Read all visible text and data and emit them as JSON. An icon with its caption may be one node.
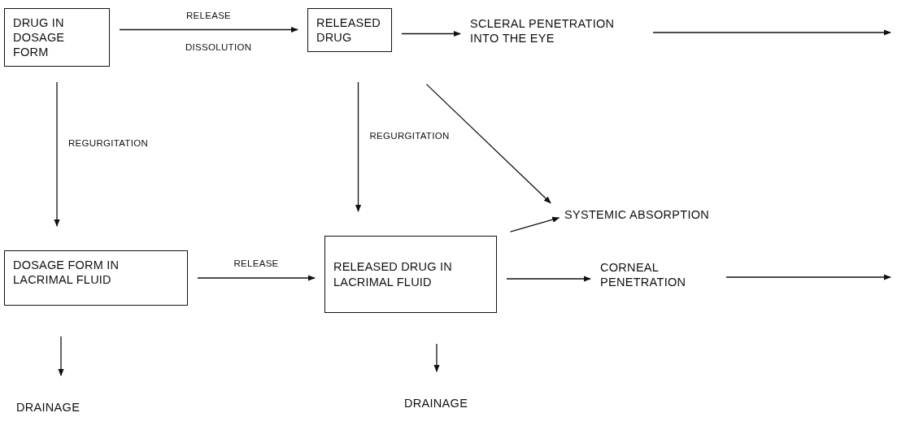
{
  "diagram": {
    "nodes": [
      {
        "text": [
          "DRUG IN DOSAGE FORM"
        ]
      },
      {
        "text": [
          "RELEASED DRUG"
        ]
      },
      {
        "text": [
          "SCLERAL PENETRATION INTO THE EYE"
        ]
      },
      {
        "text": [
          "SYSTEMIC ABSORPTION"
        ]
      },
      {
        "text": [
          "DOSAGE FORM IN LACRIMAL FLUID"
        ]
      },
      {
        "text": [
          "RELEASED DRUG IN LACRIMAL FLUID"
        ]
      },
      {
        "text": [
          "CORNEAL PENETRATION"
        ]
      },
      {
        "text": [
          "DRAINAGE"
        ]
      },
      {
        "text": [
          "DRAINAGE"
        ]
      }
    ],
    "edges": [
      {
        "from": 0,
        "to": 1,
        "arrow": "to",
        "label": "RELEASE"
      },
      {
        "from": 1,
        "to": 2,
        "arrow": "to"
      },
      {
        "from": 2,
        "to": null,
        "arrow": "to"
      },
      {
        "from": 0,
        "to": 4,
        "arrow": "to",
        "label": "REGURGITATION"
      },
      {
        "from": 1,
        "to": 5,
        "arrow": "to",
        "label": "REGURGITATION"
      },
      {
        "from": 1,
        "to": 3,
        "arrow": "to"
      },
      {
        "from": 4,
        "to": 5,
        "arrow": "to",
        "label": "RELEASE"
      },
      {
        "from": 5,
        "to": 3,
        "arrow": "to"
      },
      {
        "from": 5,
        "to": 6,
        "arrow": "to"
      },
      {
        "from": 6,
        "to": null,
        "arrow": "to"
      },
      {
        "from": 4,
        "to": 7,
        "arrow": "to"
      },
      {
        "from": 5,
        "to": 8,
        "arrow": "to"
      }
    ],
    "labels": [
      "DISSOLUTION"
    ]
  }
}
